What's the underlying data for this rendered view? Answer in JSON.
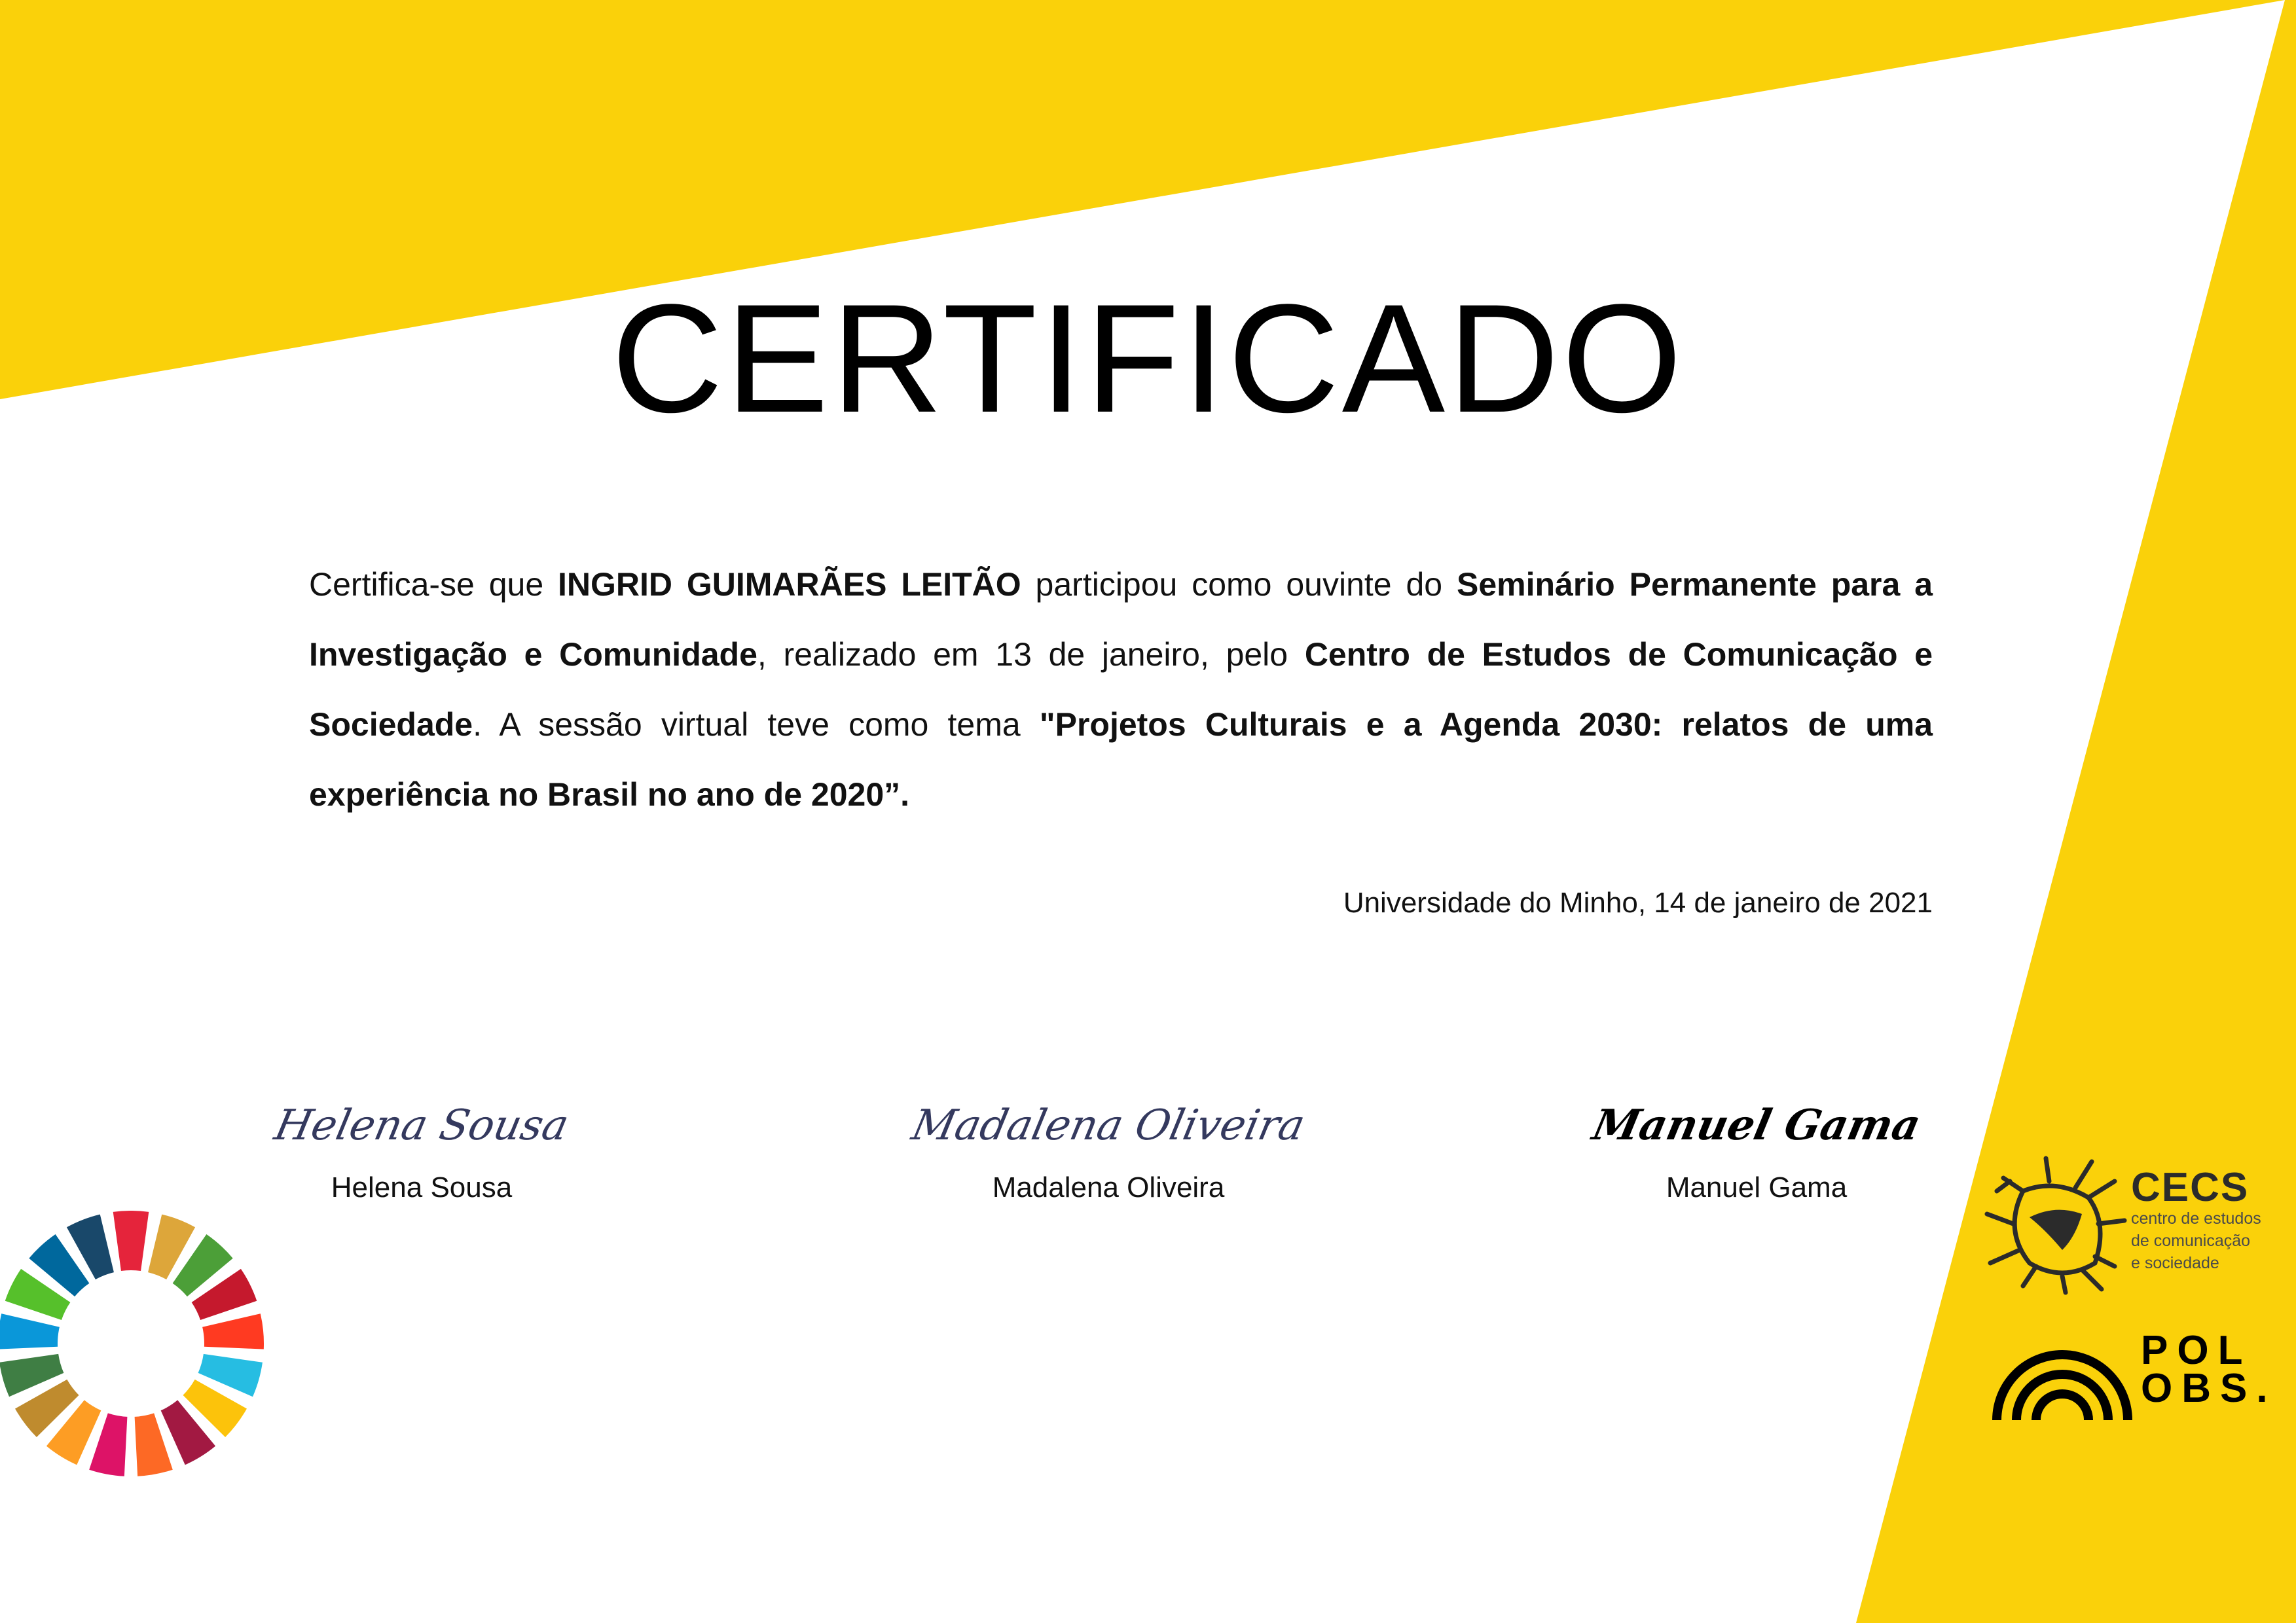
{
  "colors": {
    "accent_yellow": "#FAD10A",
    "text": "#111111"
  },
  "title": "CERTIFICADO",
  "body": {
    "t1": "Certifica-se que ",
    "name": "INGRID GUIMARÃES LEITÃO",
    "t2": " participou como ouvinte do ",
    "seminar": "Seminário Permanente para a Investigação e Comunidade",
    "t3": ", realizado em 13 de janeiro, pelo ",
    "center": "Centro de Estudos de Comunicação e Sociedade",
    "t4": ". A sessão virtual teve como tema ",
    "theme": "\"Projetos Culturais e a Agenda 2030: relatos de uma experiência no Brasil no ano de 2020”."
  },
  "date": "Universidade do Minho, 14 de janeiro de 2021",
  "signatures": [
    {
      "signature": "Helena Sousa",
      "name": "Helena Sousa"
    },
    {
      "signature": "Madalena Oliveira",
      "name": "Madalena Oliveira"
    },
    {
      "signature": "Manuel Gama",
      "name": "Manuel Gama"
    }
  ],
  "sdg_colors": [
    "#E5243B",
    "#DDA63A",
    "#4C9F38",
    "#C5192D",
    "#FF3A21",
    "#26BDE2",
    "#FCC30B",
    "#A21942",
    "#FD6925",
    "#DD1367",
    "#FD9D24",
    "#BF8B2E",
    "#3F7E44",
    "#0A97D9",
    "#56C02B",
    "#00689D",
    "#19486A"
  ],
  "logos": {
    "cecs": {
      "acronym": "CECS",
      "line1": "centro de estudos",
      "line2": "de comunicação",
      "line3": "e sociedade"
    },
    "polobs": {
      "line1": "POL",
      "line2": "OBS."
    }
  }
}
